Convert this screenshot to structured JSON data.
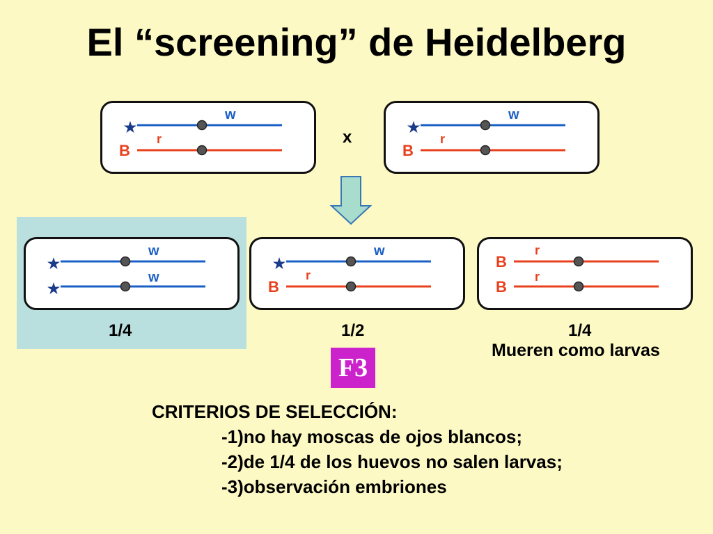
{
  "title": "El “screening” de Heidelberg",
  "cross_symbol": "x",
  "parents": [
    {
      "upper_label": "w",
      "lower_label": "r",
      "lower_left": "B"
    },
    {
      "upper_label": "w",
      "lower_label": "r",
      "lower_left": "B"
    }
  ],
  "offspring": [
    {
      "upper_label": "w",
      "lower_label": "w",
      "fraction": "1/4"
    },
    {
      "upper_label": "w",
      "lower_label": "r",
      "lower_left": "B",
      "fraction": "1/2"
    },
    {
      "upper_left": "B",
      "upper_label": "r",
      "lower_left": "B",
      "lower_label": "r",
      "fraction": "1/4",
      "note": "Mueren como larvas"
    }
  ],
  "generation_label": "F3",
  "criteria": {
    "heading": "CRITERIOS DE SELECCIÓN:",
    "items": [
      "-1)no hay moscas de ojos blancos;",
      "-2)de 1/4 de los huevos no salen larvas;",
      "-3)observación embriones"
    ]
  },
  "colors": {
    "balancer_blue": "#1a5fc4",
    "mutant_red": "#e8401c",
    "highlight": "#b9e0df",
    "f3_badge": "#cc22cc",
    "background": "#fdf9c4"
  },
  "icons": [
    "star-icon",
    "centromere-dot-icon",
    "down-arrow-icon"
  ]
}
